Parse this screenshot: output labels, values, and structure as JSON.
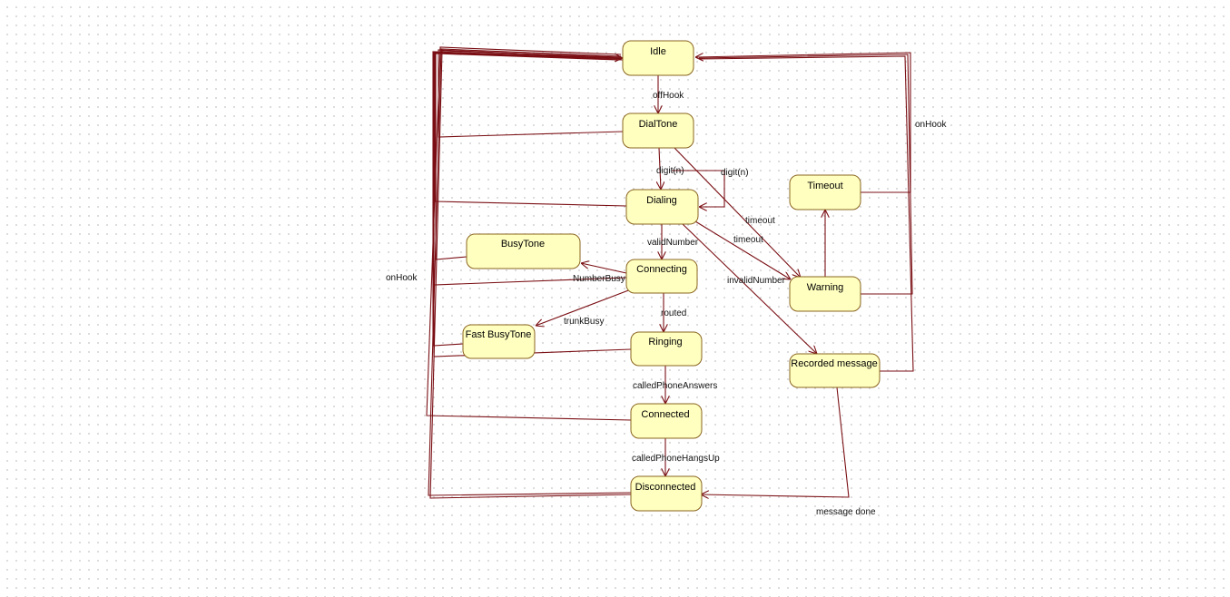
{
  "diagram": {
    "states": {
      "idle": "Idle",
      "dialtone": "DialTone",
      "dialing": "Dialing",
      "connecting": "Connecting",
      "busytone": "BusyTone",
      "fastbusytone": "Fast BusyTone",
      "ringing": "Ringing",
      "connected": "Connected",
      "disconnected": "Disconnected",
      "timeout": "Timeout",
      "warning": "Warning",
      "recorded": "Recorded message"
    },
    "transitions": {
      "offhook": "offHook",
      "digit_a": "digit(n)",
      "digit_b": "digit(n)",
      "timeout_a": "timeout",
      "timeout_b": "timeout",
      "validnumber": "validNumber",
      "invalidnumber": "invalidNumber",
      "numberbusy": "NumberBusy",
      "trunkbusy": "trunkBusy",
      "routed": "routed",
      "calledphoneanswers": "calledPhoneAnswers",
      "calledphonehangsup": "calledPhoneHangsUp",
      "messagedone": "message done",
      "onhook_left": "onHook",
      "onhook_right": "onHook"
    },
    "colors": {
      "state_fill": "#ffffc0",
      "state_border": "#8a6420",
      "transition_line": "#7a0f14"
    }
  }
}
